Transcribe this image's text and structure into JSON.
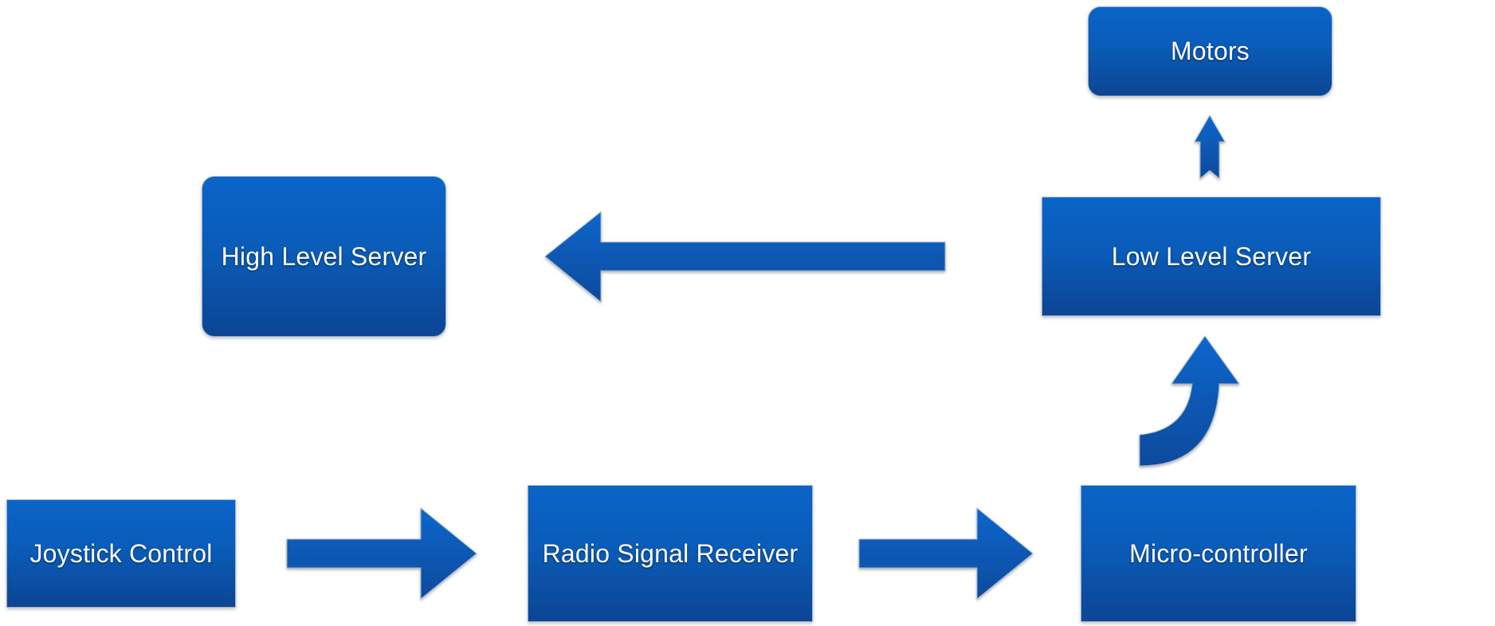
{
  "diagram": {
    "nodes": {
      "motors": "Motors",
      "high_level_server": "High Level Server",
      "low_level_server": "Low Level Server",
      "joystick_control": "Joystick Control",
      "radio_signal_receiver": "Radio Signal Receiver",
      "micro_controller": "Micro-controller"
    },
    "edges": [
      {
        "from": "joystick_control",
        "to": "radio_signal_receiver"
      },
      {
        "from": "radio_signal_receiver",
        "to": "micro_controller"
      },
      {
        "from": "micro_controller",
        "to": "low_level_server"
      },
      {
        "from": "low_level_server",
        "to": "motors"
      },
      {
        "from": "low_level_server",
        "to": "high_level_server"
      }
    ],
    "colors": {
      "box_top": "#0a64c8",
      "box_bottom": "#0c4594",
      "box_border": "#9fb4cc",
      "text": "#ffffff",
      "background": "#ffffff"
    }
  }
}
